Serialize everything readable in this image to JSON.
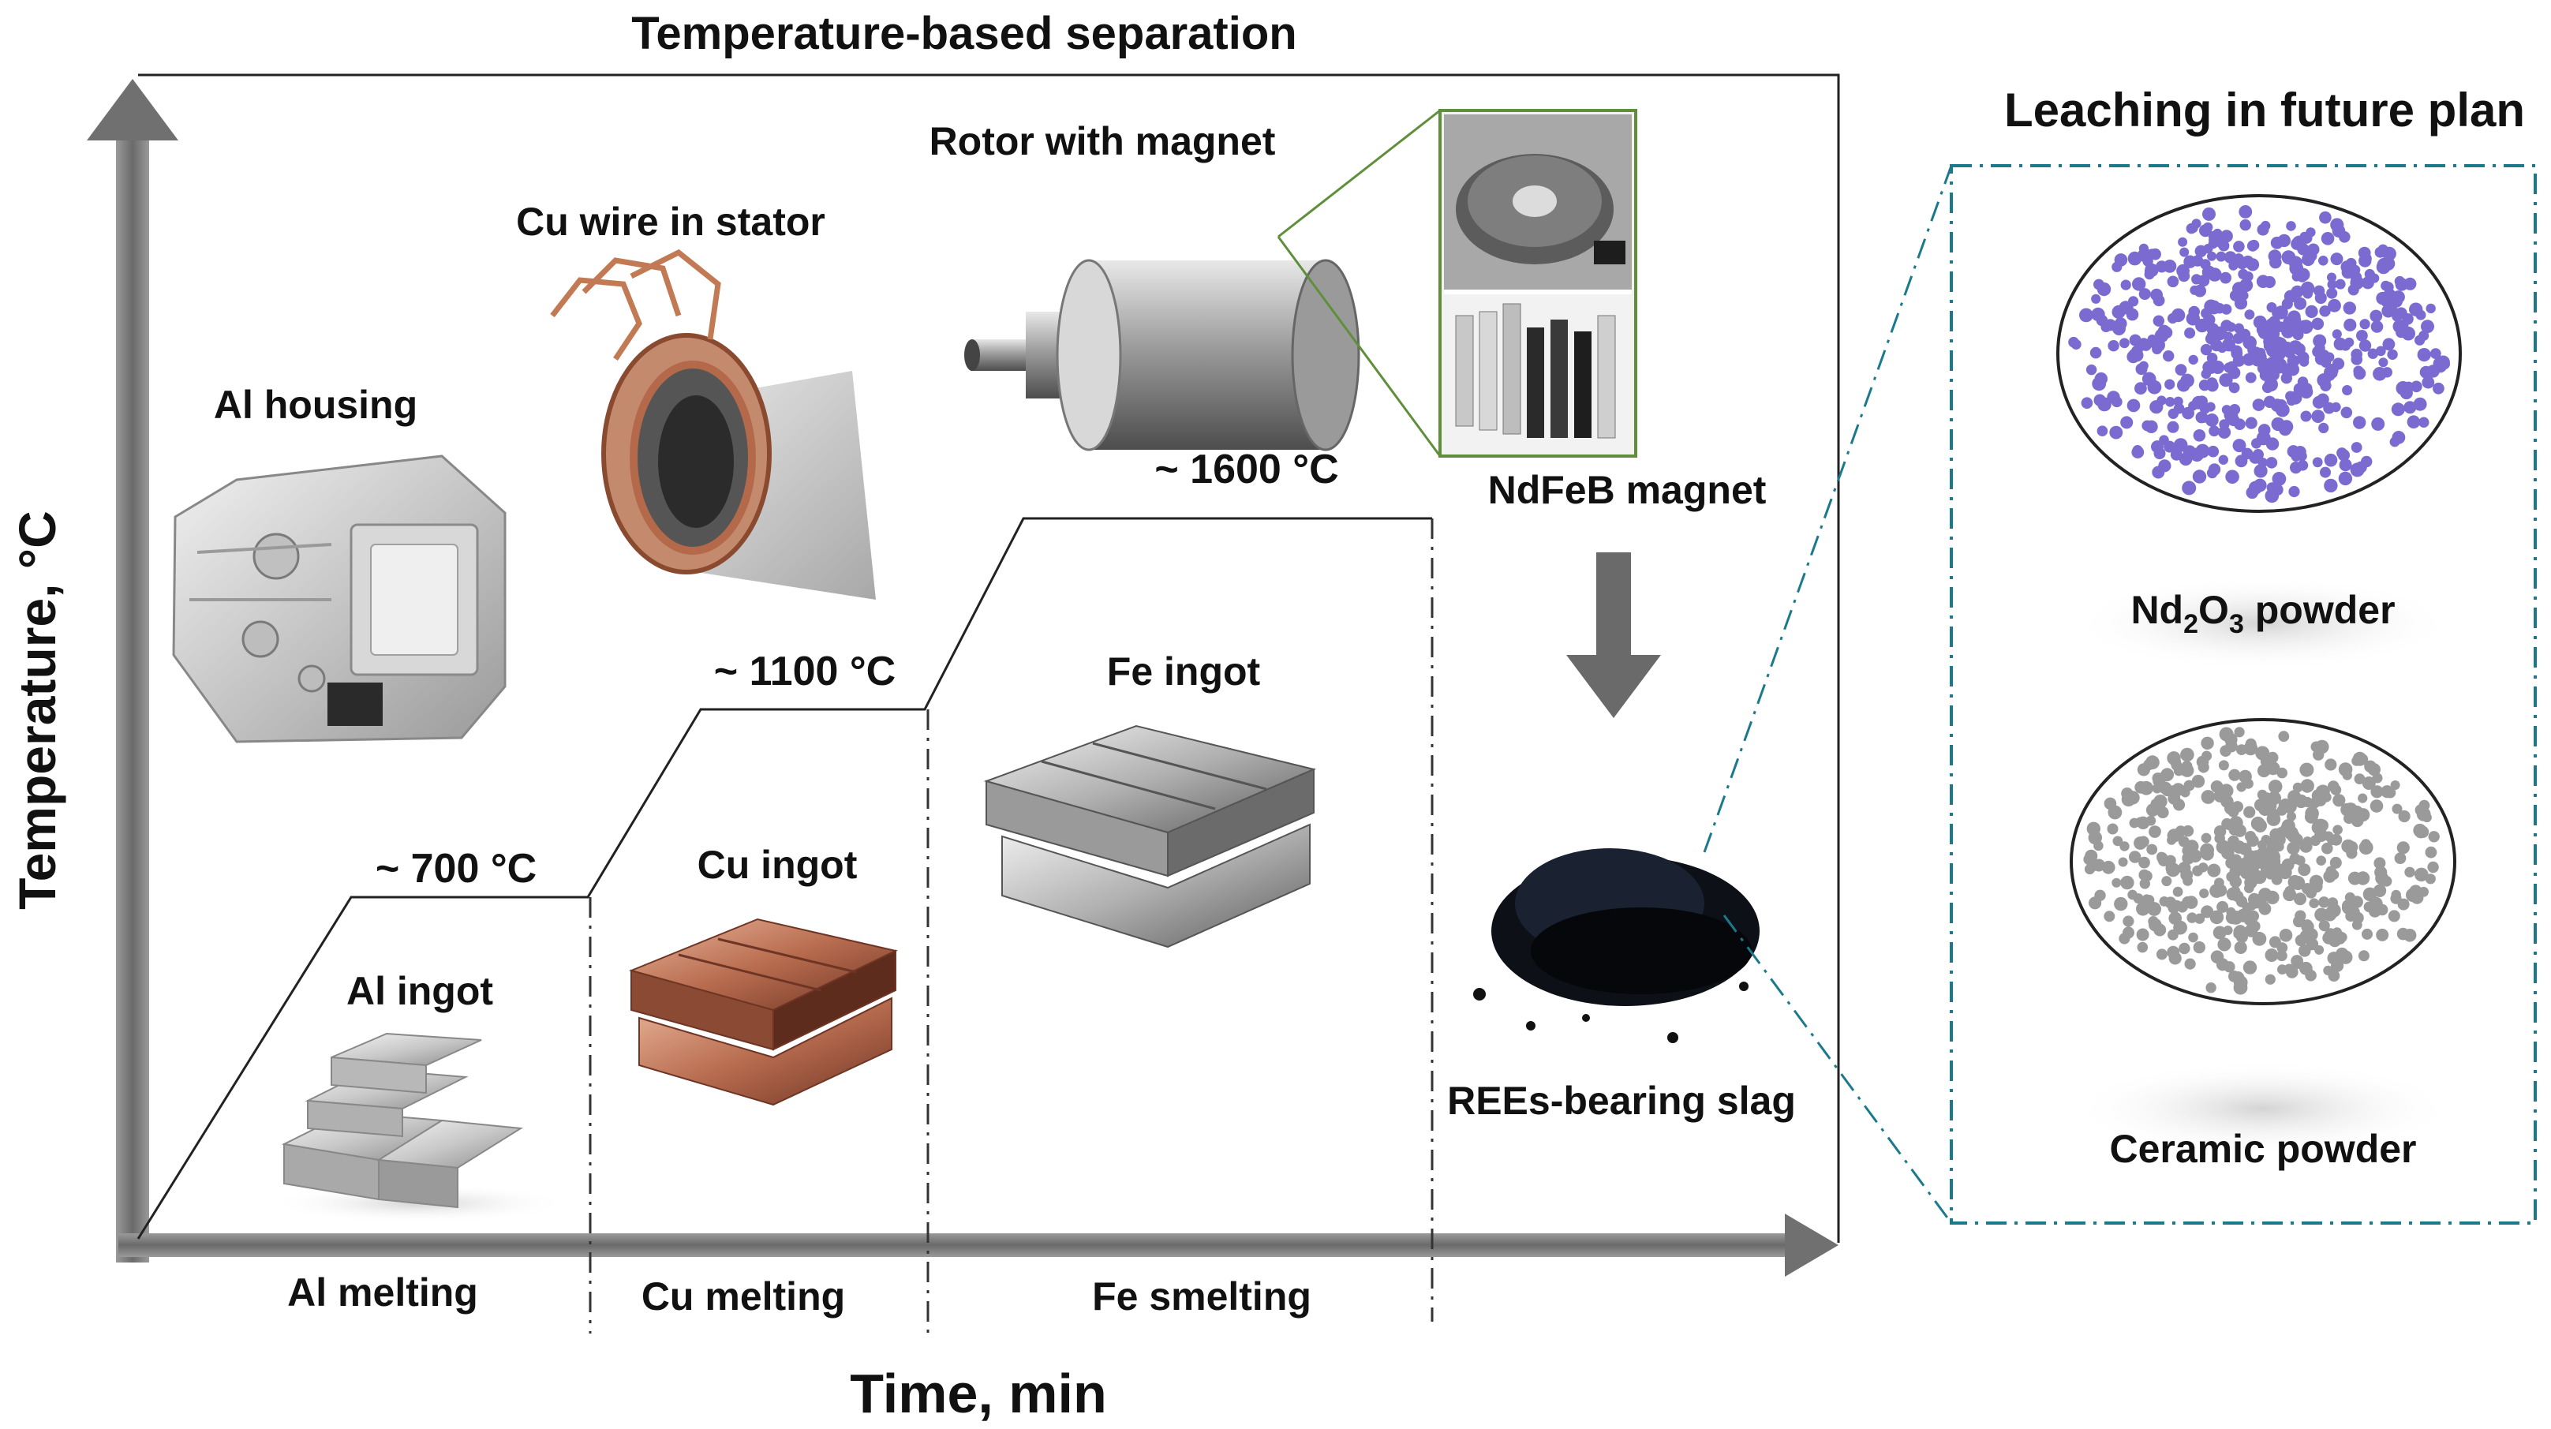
{
  "title": "Temperature-based separation",
  "axes": {
    "y_label": "Temperature, °C",
    "x_label": "Time, min"
  },
  "temperature_steps": [
    {
      "label": "~ 700 °C",
      "value": 700
    },
    {
      "label": "~ 1100 °C",
      "value": 1100
    },
    {
      "label": "~ 1600 °C",
      "value": 1600
    }
  ],
  "stages": [
    {
      "name": "Al melting",
      "product": "Al ingot"
    },
    {
      "name": "Cu melting",
      "product": "Cu ingot"
    },
    {
      "name": "Fe smelting",
      "product": "Fe ingot"
    }
  ],
  "components": {
    "al_housing": "Al housing",
    "cu_wire": "Cu wire in stator",
    "rotor": "Rotor with magnet",
    "magnet": "NdFeB magnet",
    "slag": "REEs-bearing slag"
  },
  "leaching": {
    "title": "Leaching in future plan",
    "nd_base": "Nd",
    "nd_sub1": "2",
    "nd_o": "O",
    "nd_sub2": "3",
    "nd_suffix": " powder",
    "ceramic": "Ceramic powder"
  },
  "colors": {
    "nd_dots": "#7b6bd1",
    "ceramic_dots": "#9a9a9a",
    "axis": "#6e6e6e",
    "dashed_box": "#1a7a8c",
    "magnet_box": "#5f8f3a"
  }
}
